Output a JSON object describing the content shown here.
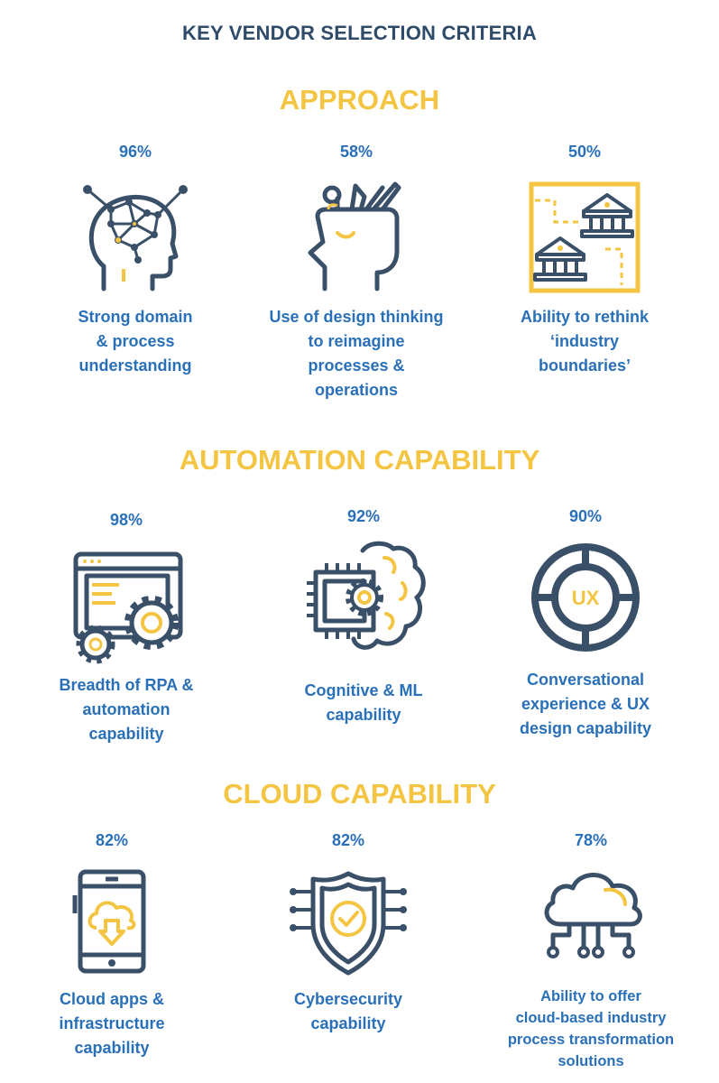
{
  "title": "KEY VENDOR SELECTION CRITERIA",
  "colors": {
    "navy": "#2f4b6a",
    "accent_yellow": "#f4c542",
    "blue_text": "#2a70b8",
    "icon_dark": "#3a5068"
  },
  "sections": [
    {
      "title": "APPROACH",
      "items": [
        {
          "percent": "96%",
          "icon": "head-network-icon",
          "label_lines": [
            "Strong domain",
            "& process",
            "understanding"
          ]
        },
        {
          "percent": "58%",
          "icon": "head-design-tools-icon",
          "label_lines": [
            "Use of design thinking",
            "to reimagine",
            "processes &",
            "operations"
          ]
        },
        {
          "percent": "50%",
          "icon": "industry-map-icon",
          "label_lines": [
            "Ability to rethink",
            "‘industry",
            "boundaries’"
          ]
        }
      ]
    },
    {
      "title": "AUTOMATION CAPABILITY",
      "items": [
        {
          "percent": "98%",
          "icon": "rpa-gears-icon",
          "label_lines": [
            "Breadth of RPA &",
            "automation",
            "capability"
          ]
        },
        {
          "percent": "92%",
          "icon": "chip-brain-icon",
          "label_lines": [
            "Cognitive & ML",
            "capability"
          ]
        },
        {
          "percent": "90%",
          "icon": "ux-ring-icon",
          "icon_text": "UX",
          "label_lines": [
            "Conversational",
            "experience & UX",
            "design capability"
          ]
        }
      ]
    },
    {
      "title": "CLOUD CAPABILITY",
      "items": [
        {
          "percent": "82%",
          "icon": "phone-cloud-icon",
          "label_lines": [
            "Cloud apps &",
            "infrastructure",
            "capability"
          ]
        },
        {
          "percent": "82%",
          "icon": "shield-check-icon",
          "label_lines": [
            "Cybersecurity",
            "capability"
          ]
        },
        {
          "percent": "78%",
          "icon": "cloud-network-icon",
          "label_lines": [
            "Ability to offer",
            "cloud-based industry",
            "process transformation",
            "solutions"
          ]
        }
      ]
    }
  ]
}
